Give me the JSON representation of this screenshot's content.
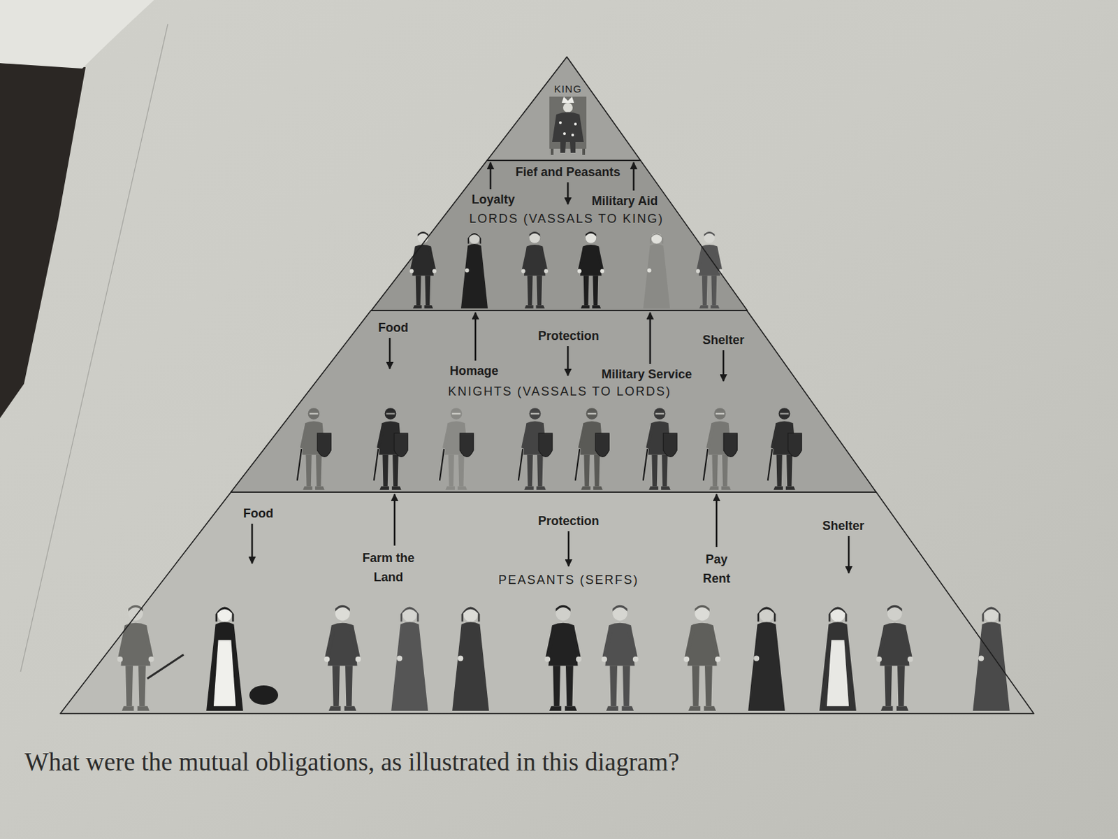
{
  "diagram": {
    "caption": "What were the mutual obligations, as illustrated in this diagram?",
    "nodes": [
      {
        "text": [
          "KING"
        ]
      },
      {
        "text": [
          "LORDS (VASSALS TO KING)"
        ]
      },
      {
        "text": [
          "KNIGHTS (VASSALS TO LORDS)"
        ]
      },
      {
        "text": [
          "PEASANTS (SERFS)"
        ]
      }
    ],
    "edges": [
      {
        "from": 0,
        "to": 1,
        "label": "Fief and Peasants",
        "arrow": "to"
      },
      {
        "from": 1,
        "to": 0,
        "label": "Loyalty",
        "arrow": "to"
      },
      {
        "from": 1,
        "to": 0,
        "label": "Military Aid",
        "arrow": "to"
      },
      {
        "from": 1,
        "to": 2,
        "label": "Food",
        "arrow": "to"
      },
      {
        "from": 2,
        "to": 1,
        "label": "Homage",
        "arrow": "to"
      },
      {
        "from": 1,
        "to": 2,
        "label": "Protection",
        "arrow": "to"
      },
      {
        "from": 2,
        "to": 1,
        "label": "Military Service",
        "arrow": "to"
      },
      {
        "from": 1,
        "to": 2,
        "label": "Shelter",
        "arrow": "to"
      },
      {
        "from": 2,
        "to": 3,
        "label": "Food",
        "arrow": "to"
      },
      {
        "from": 3,
        "to": 2,
        "label": "Farm the Land",
        "arrow": "to"
      },
      {
        "from": 2,
        "to": 3,
        "label": "Protection",
        "arrow": "to"
      },
      {
        "from": 3,
        "to": 2,
        "label": "Pay Rent",
        "arrow": "to"
      },
      {
        "from": 2,
        "to": 3,
        "label": "Shelter",
        "arrow": "to"
      }
    ]
  }
}
